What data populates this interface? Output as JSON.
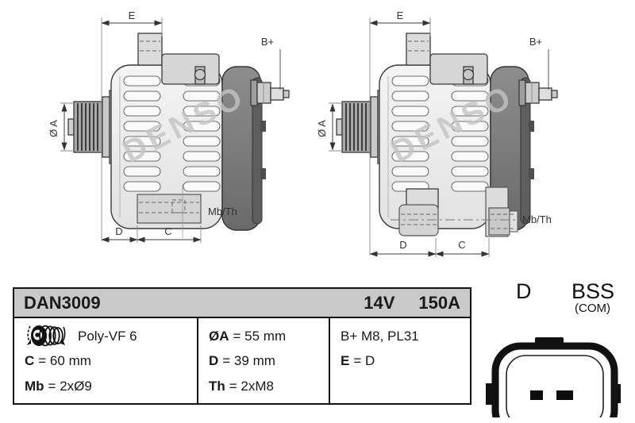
{
  "drawings": {
    "left": {
      "e": "E",
      "bplus": "B+",
      "oa": "Ø A",
      "d": "D",
      "c": "C",
      "mbth": "Mb/Th",
      "watermark": "DENSO"
    },
    "right": {
      "e": "E",
      "bplus": "B+",
      "oa": "Ø A",
      "d": "D",
      "c": "C",
      "mbth": "Mb/Th",
      "watermark": "DENSO"
    }
  },
  "table": {
    "header": {
      "part_number": "DAN3009",
      "voltage": "14V",
      "current": "150A"
    },
    "col1": {
      "pulley": "Poly-VF 6",
      "c_label": "C",
      "c_value": "= 60 mm",
      "mb_label": "Mb",
      "mb_value": "= 2xØ9"
    },
    "col2": {
      "oa_label": "ØA",
      "oa_value": "= 55 mm",
      "d_label": "D",
      "d_value": "= 39 mm",
      "th_label": "Th",
      "th_value": "= 2xM8"
    },
    "col3": {
      "bplus": "B+ M8, PL31",
      "e_label": "E",
      "e_value": "= D"
    }
  },
  "connector": {
    "type_label": "D",
    "name": "BSS",
    "sub": "(COM)"
  }
}
